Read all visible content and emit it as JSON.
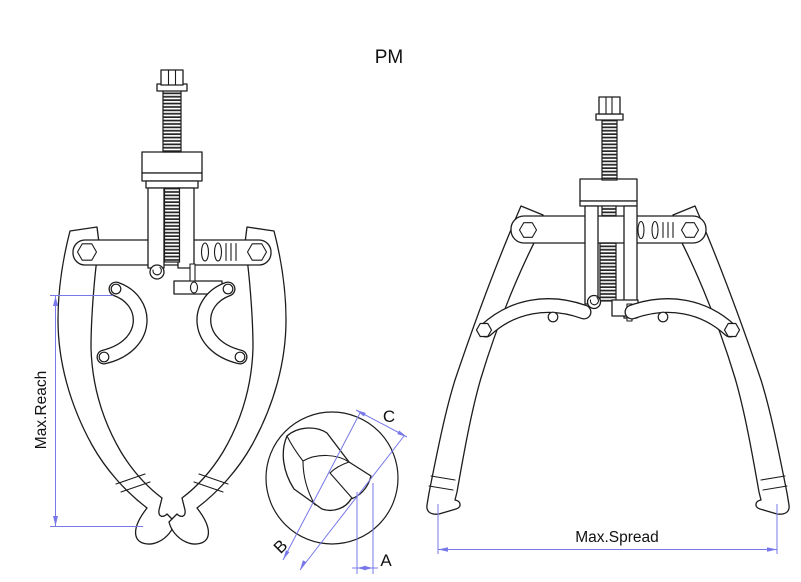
{
  "title": "PM",
  "labels": {
    "max_reach": "Max.Reach",
    "max_spread": "Max.Spread",
    "dim_a": "A",
    "dim_b": "B",
    "dim_c": "C"
  },
  "colors": {
    "background": "#ffffff",
    "line": "#1c1c1c",
    "dimension": "#7878ea",
    "text": "#111111"
  }
}
